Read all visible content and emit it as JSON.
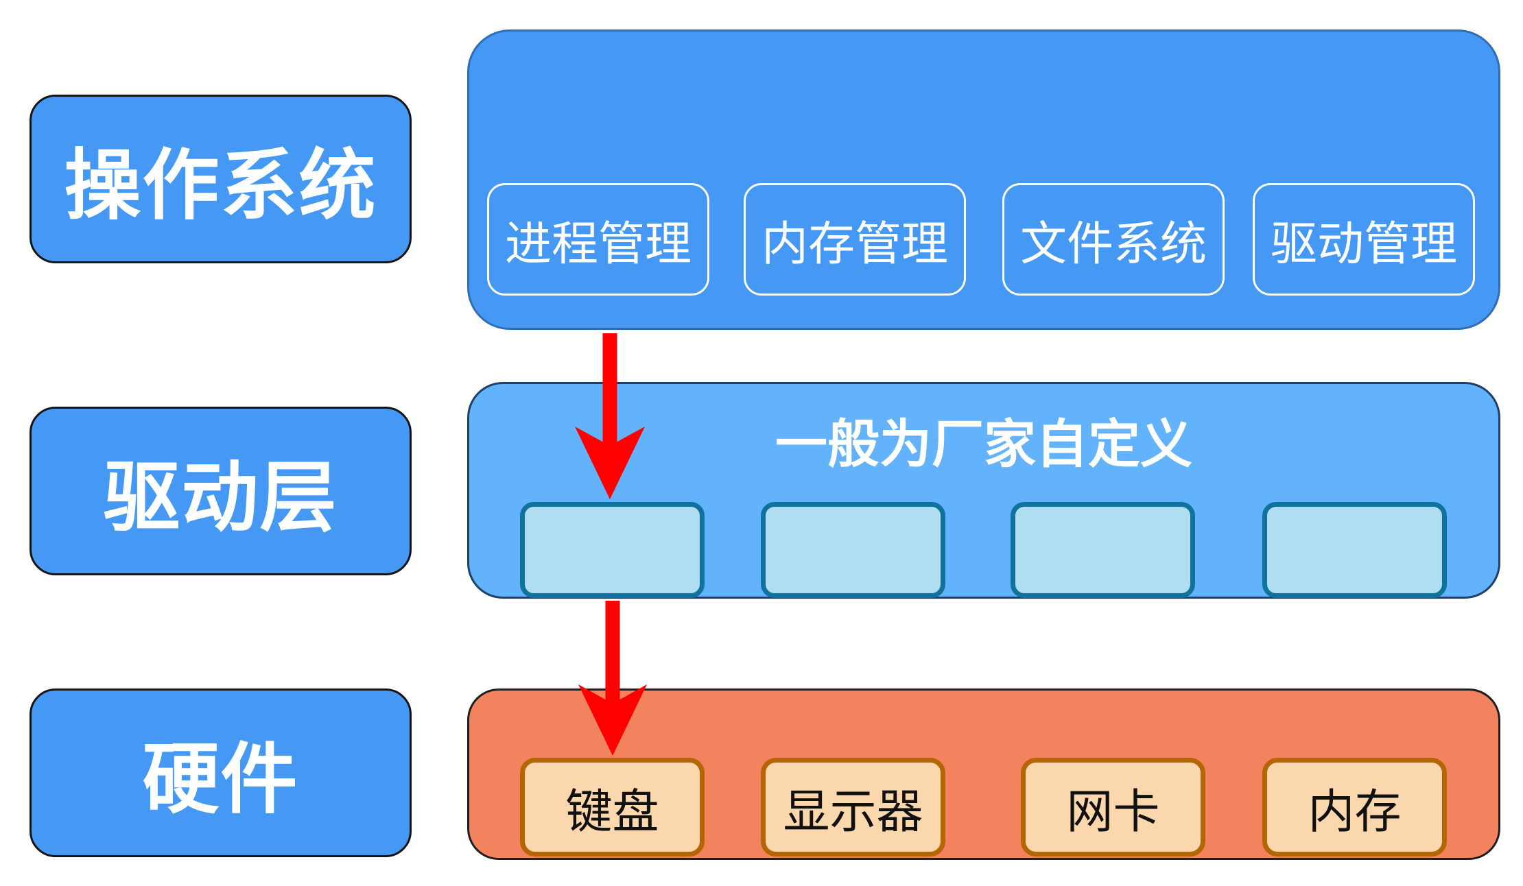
{
  "layers": [
    {
      "label": "操作系统"
    },
    {
      "label": "驱动层"
    },
    {
      "label": "硬件"
    }
  ],
  "os_modules": [
    "进程管理",
    "内存管理",
    "文件系统",
    "驱动管理"
  ],
  "driver_layer": {
    "title": "一般为厂家自定义"
  },
  "hardware": [
    "键盘",
    "显示器",
    "网卡",
    "内存"
  ],
  "colors": {
    "layer_blue": "#4599F5",
    "driver_blue": "#62B3FB",
    "driver_slot": "#B1DDF0",
    "hardware_orange": "#F3835F",
    "hardware_item": "#FAD7AC",
    "arrow": "#FF0000"
  }
}
